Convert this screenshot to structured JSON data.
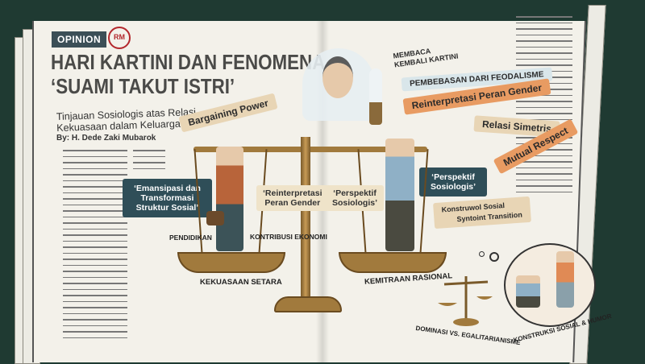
{
  "header": {
    "section_badge": "OPINION",
    "logo_text": "RM",
    "title_line1": "HARI KARTINI DAN FENOMENA",
    "title_line2": "‘SUAMI TAKUT ISTRI’",
    "subtitle_line1": "Tinjauan Sosiologis atas Relasi",
    "subtitle_line2": "Kekuasaan dalam Keluarga",
    "byline": "By: H. Dede Zaki Mubarok"
  },
  "ribbons": {
    "bargaining_power": "Bargaining Power",
    "membaca_kembali_line1": "MEMBACA",
    "membaca_kembali_line2": "KEMBALI KARTINI",
    "pembebasan": "PEMBEBASAN DARI FEODALISME",
    "reinterpretasi": "Reinterpretasi Peran Gender",
    "relasi_simetris": "Relasi Simetris",
    "mutual_respect": "Mutual Respect",
    "emansipasi_line1": "‘Emansipasi dan",
    "emansipasi_line2": "Transformasi",
    "emansipasi_line3": "Struktur Sosial’",
    "perspektif_right_line1": "‘Perspektif",
    "perspektif_right_line2": "Sosiologis’",
    "konstruksi_transition_line1": "Konstruwol Sosial",
    "konstruksi_transition_line2": "Syntoint Transition"
  },
  "scale": {
    "left_quote_line1": "‘Reinterpretasi",
    "left_quote_line2": "Peran Gender",
    "center_quote_line1": "‘Perspektif",
    "center_quote_line2": "Sosiologis’",
    "label_pendidikan": "PENDIDIKAN",
    "label_kontribusi": "KONTRIBUSI EKONOMI",
    "left_pan_caption": "KEKUASAAN SETARA",
    "right_pan_caption": "KEMITRAAN RASIONAL"
  },
  "bottom_right": {
    "small_scale_caption": "DOMINASI VS. EGALITARIANISME",
    "thought_caption": "KONSTRUKSI SOSIAL & HUMOR"
  },
  "colors": {
    "background": "#1f3a32",
    "paper": "#f3f1ea",
    "badge": "#3c4f57",
    "logo_red": "#b3282d",
    "ribbon_orange": "#e89b62",
    "ribbon_dark": "#2f4e58",
    "brass": "#a17a3d"
  }
}
